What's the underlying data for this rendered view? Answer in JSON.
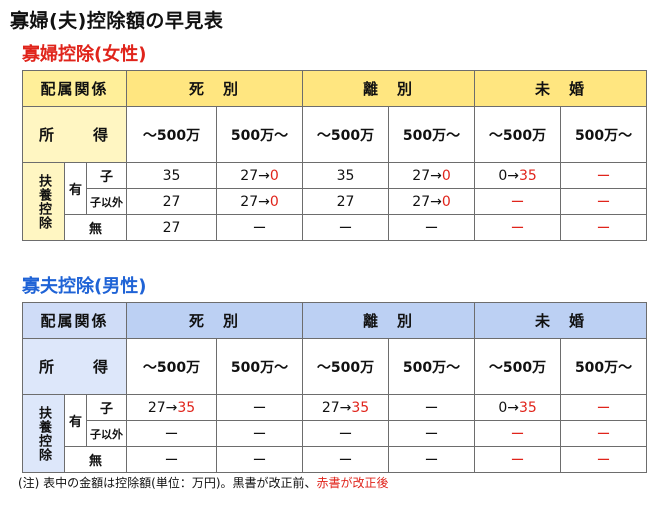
{
  "page_title": "寡婦(夫)控除額の早見表",
  "sections": [
    {
      "title": "寡婦控除(女性)",
      "header": {
        "relation": "配属関係",
        "shibetsu": "死　別",
        "rikon": "離　別",
        "mikon": "未　婚"
      },
      "income": {
        "label": "所　得",
        "ranges": [
          "〜500万",
          "500万〜",
          "〜500万",
          "500万〜",
          "〜500万",
          "500万〜"
        ]
      },
      "fuyou": {
        "label": "扶養控除",
        "ari": "有",
        "ko": "子",
        "ko_igai": "子以外",
        "nashi": "無"
      },
      "rows": {
        "ko": [
          {
            "black": "35",
            "red": ""
          },
          {
            "black": "27→",
            "red": "0"
          },
          {
            "black": "35",
            "red": ""
          },
          {
            "black": "27→",
            "red": "0"
          },
          {
            "black": "0→",
            "red": "35"
          },
          {
            "black": "",
            "red": "ー"
          }
        ],
        "ko_igai": [
          {
            "black": "27",
            "red": ""
          },
          {
            "black": "27→",
            "red": "0"
          },
          {
            "black": "27",
            "red": ""
          },
          {
            "black": "27→",
            "red": "0"
          },
          {
            "black": "",
            "red": "ー"
          },
          {
            "black": "",
            "red": "ー"
          }
        ],
        "nashi": [
          {
            "black": "27",
            "red": ""
          },
          {
            "black": "ー",
            "red": ""
          },
          {
            "black": "ー",
            "red": ""
          },
          {
            "black": "ー",
            "red": ""
          },
          {
            "black": "",
            "red": "ー"
          },
          {
            "black": "",
            "red": "ー"
          }
        ]
      }
    },
    {
      "title": "寡夫控除(男性)",
      "header": {
        "relation": "配属関係",
        "shibetsu": "死　別",
        "rikon": "離　別",
        "mikon": "未　婚"
      },
      "income": {
        "label": "所　得",
        "ranges": [
          "〜500万",
          "500万〜",
          "〜500万",
          "500万〜",
          "〜500万",
          "500万〜"
        ]
      },
      "fuyou": {
        "label": "扶養控除",
        "ari": "有",
        "ko": "子",
        "ko_igai": "子以外",
        "nashi": "無"
      },
      "rows": {
        "ko": [
          {
            "black": "27→",
            "red": "35"
          },
          {
            "black": "ー",
            "red": ""
          },
          {
            "black": "27→",
            "red": "35"
          },
          {
            "black": "ー",
            "red": ""
          },
          {
            "black": "0→",
            "red": "35"
          },
          {
            "black": "",
            "red": "ー"
          }
        ],
        "ko_igai": [
          {
            "black": "ー",
            "red": ""
          },
          {
            "black": "ー",
            "red": ""
          },
          {
            "black": "ー",
            "red": ""
          },
          {
            "black": "ー",
            "red": ""
          },
          {
            "black": "",
            "red": "ー"
          },
          {
            "black": "",
            "red": "ー"
          }
        ],
        "nashi": [
          {
            "black": "ー",
            "red": ""
          },
          {
            "black": "ー",
            "red": ""
          },
          {
            "black": "ー",
            "red": ""
          },
          {
            "black": "ー",
            "red": ""
          },
          {
            "black": "",
            "red": "ー"
          },
          {
            "black": "",
            "red": "ー"
          }
        ]
      }
    }
  ],
  "note": {
    "prefix": "(注) 表中の金額は控除額(単位：万円)。黒書が改正前、",
    "red": "赤書が改正後"
  },
  "colors": {
    "female_title": "#e0241b",
    "male_title": "#1f63d6",
    "revised": "#e0241b",
    "female_header": "#ffe680",
    "female_label": "#fff6c2",
    "male_header": "#bcd0f3",
    "male_label": "#dde7fa"
  }
}
